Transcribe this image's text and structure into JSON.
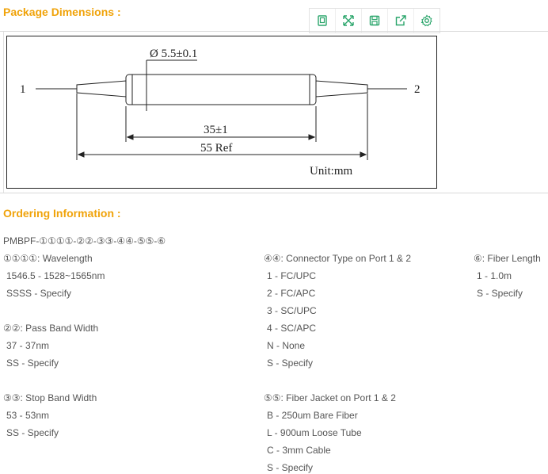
{
  "package_title": "Package Dimensions :",
  "toolbar": {
    "icons": [
      "restore-icon",
      "zoom-icon",
      "save-icon",
      "share-icon",
      "settings-icon"
    ]
  },
  "drawing": {
    "diameter": "Ø 5.5±0.1",
    "port1": "1",
    "port2": "2",
    "length_body": "35±1",
    "length_total": "55 Ref",
    "unit": "Unit:mm"
  },
  "ordering_title": "Ordering Information :",
  "part_code": "PMBPF-①①①①-②②-③③-④④-⑤⑤-⑥",
  "col1": {
    "wavelength": {
      "header": "①①①①: Wavelength",
      "items": [
        "1546.5 - 1528~1565nm",
        "SSSS - Specify"
      ]
    },
    "pass_band": {
      "header": "②②: Pass Band Width",
      "items": [
        "37 - 37nm",
        "SS - Specify"
      ]
    },
    "stop_band": {
      "header": "③③: Stop Band Width",
      "items": [
        "53 - 53nm",
        "SS - Specify"
      ]
    }
  },
  "col2": {
    "connector": {
      "header": "④④: Connector Type on Port 1 & 2",
      "items": [
        "1 - FC/UPC",
        "2 - FC/APC",
        "3 - SC/UPC",
        "4 - SC/APC",
        "N - None",
        "S - Specify"
      ]
    },
    "jacket": {
      "header": "⑤⑤: Fiber Jacket on Port 1 & 2",
      "items": [
        "B - 250um Bare Fiber",
        "L - 900um Loose Tube",
        "C - 3mm Cable",
        "S - Specify"
      ]
    }
  },
  "col3": {
    "length": {
      "header": "⑥: Fiber Length",
      "items": [
        "1 - 1.0m",
        "S - Specify"
      ]
    }
  }
}
